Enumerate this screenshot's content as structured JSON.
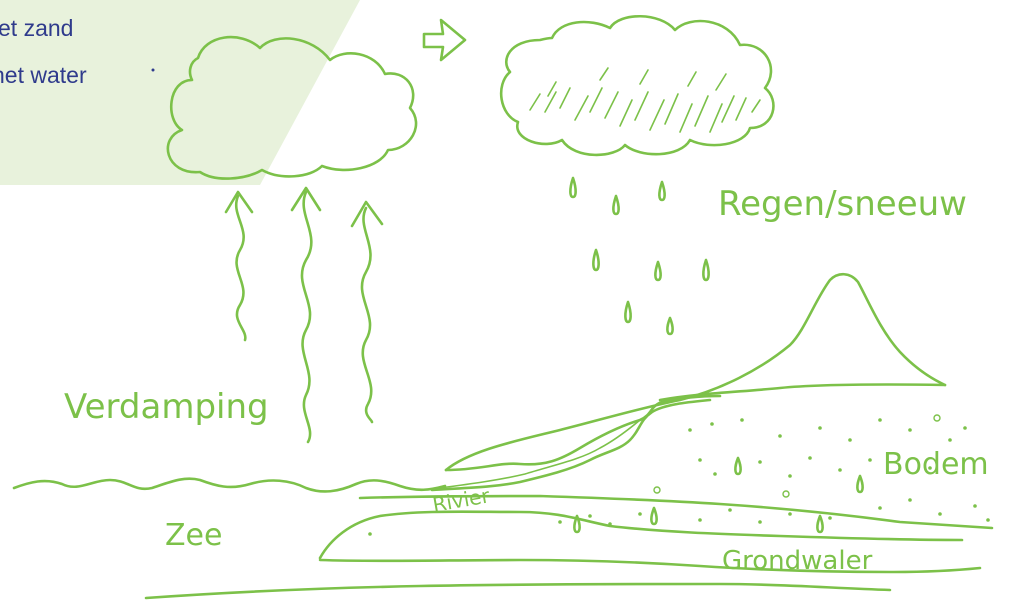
{
  "side_text": [
    "et zand",
    "het water"
  ],
  "labels": {
    "verdamping": "Verdamping",
    "zee": "Zee",
    "regen": "Regen/sneeuw",
    "rivier": "Rivier",
    "bodem": "Bodem",
    "grondwater": "Grondwaler"
  },
  "colors": {
    "ink": "#7cc149",
    "highlight": "#e8f2dc",
    "side_text": "#2f3b8c"
  }
}
